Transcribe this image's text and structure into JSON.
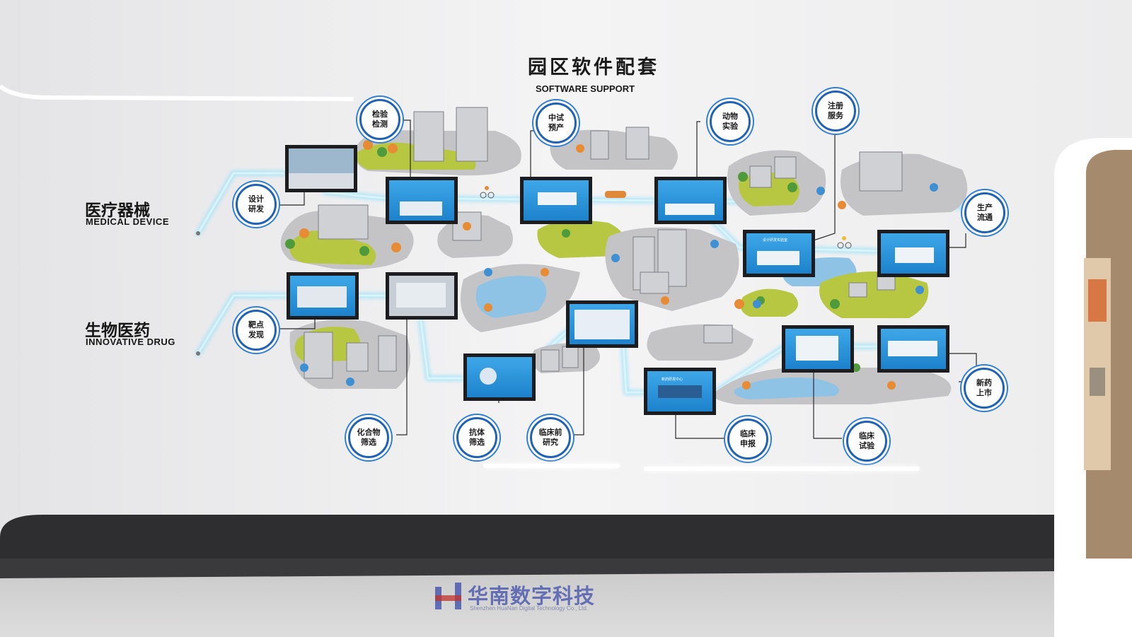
{
  "title": {
    "zh": "园区软件配套",
    "en": "SOFTWARE SUPPORT"
  },
  "categories": [
    {
      "zh": "医疗器械",
      "en": "MEDICAL DEVICE"
    },
    {
      "zh": "生物医药",
      "en": "INNOVATIVE DRUG"
    }
  ],
  "nodes": [
    "设计\n研发",
    "检验\n检测",
    "中试\n预产",
    "动物\n实验",
    "注册\n服务",
    "生产\n流通",
    "靶点\n发现",
    "化合物\n筛选",
    "抗体\n筛选",
    "临床前\n研究",
    "临床\n申报",
    "临床\n试验",
    "新药\n上市"
  ],
  "screen_texts": [
    "设计研发实验室",
    "新药研发中心"
  ],
  "logo": {
    "name": "华南数字科技",
    "sub": "Shenzhen HuaNan Digital Technology Co., Ltd."
  },
  "colors": {
    "wall": "#f1f1f2",
    "accent": "#1f62b6",
    "glow": "#9fe0f6",
    "plinth": "#2b2b2e",
    "floor": "#d3d2d2"
  }
}
